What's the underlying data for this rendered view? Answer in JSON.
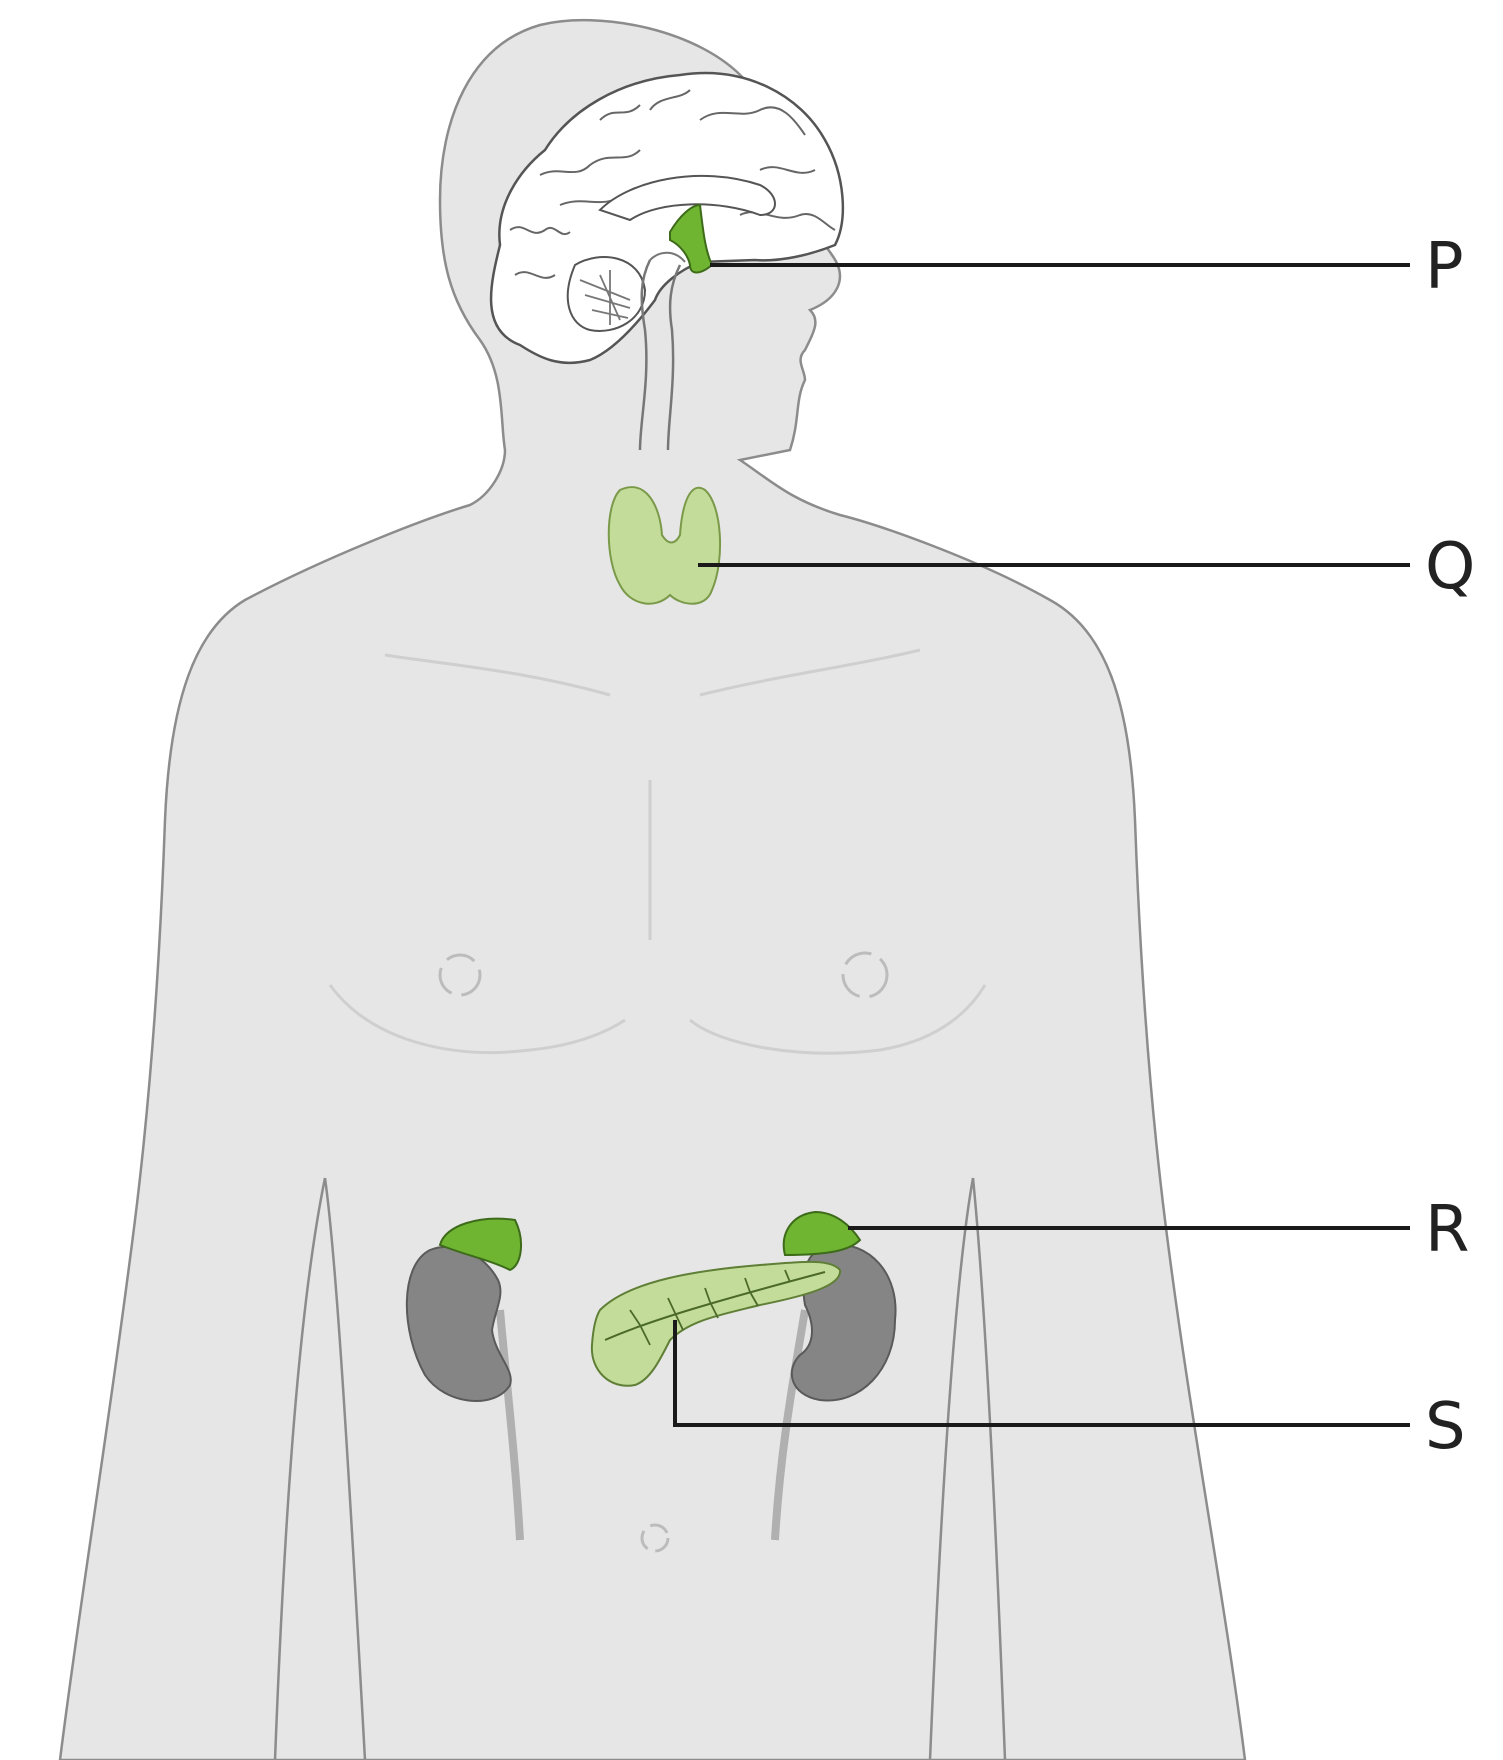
{
  "labels": {
    "p": "P",
    "q": "Q",
    "r": "R",
    "s": "S"
  },
  "colors": {
    "background": "#ffffff",
    "body_fill": "#e6e6e6",
    "body_outline": "#8c8c8c",
    "brain_fill": "#ffffff",
    "gland_dark": "#6fb532",
    "gland_light": "#c4dc9a",
    "kidney": "#858585",
    "leader_line": "#1a1a1a"
  }
}
